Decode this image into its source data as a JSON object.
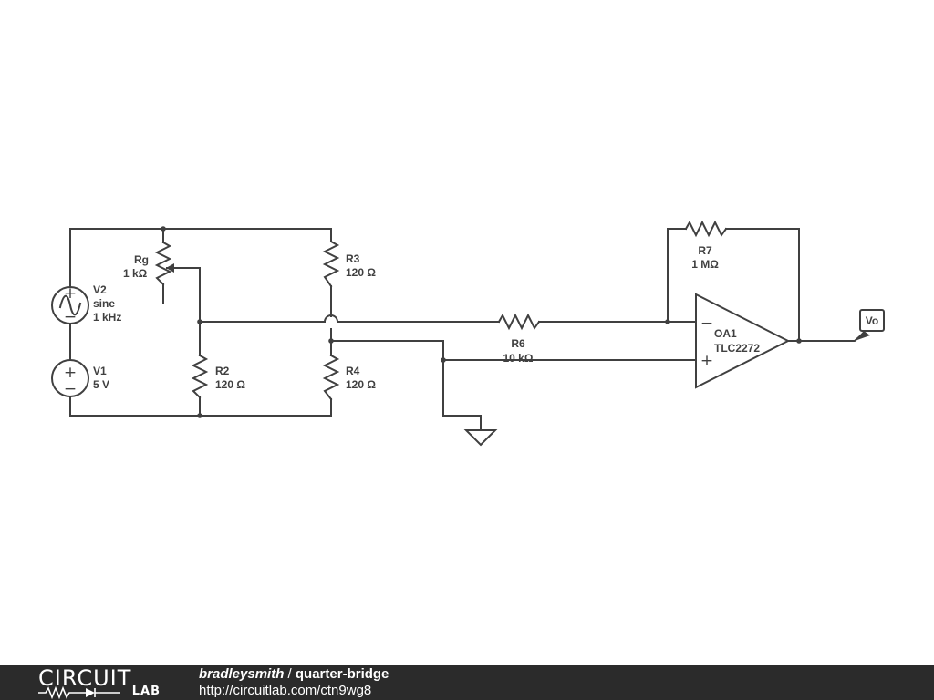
{
  "schematic": {
    "components": [
      {
        "id": "V2",
        "name": "V2",
        "lines": [
          "V2",
          "sine",
          "1 kHz"
        ]
      },
      {
        "id": "V1",
        "name": "V1",
        "lines": [
          "V1",
          "5 V"
        ]
      },
      {
        "id": "Rg",
        "name": "Rg",
        "lines": [
          "Rg",
          "1 kΩ"
        ]
      },
      {
        "id": "R2",
        "name": "R2",
        "lines": [
          "R2",
          "120 Ω"
        ]
      },
      {
        "id": "R3",
        "name": "R3",
        "lines": [
          "R3",
          "120 Ω"
        ]
      },
      {
        "id": "R4",
        "name": "R4",
        "lines": [
          "R4",
          "120 Ω"
        ]
      },
      {
        "id": "R6",
        "name": "R6",
        "lines": [
          "R6",
          "10 kΩ"
        ]
      },
      {
        "id": "R7",
        "name": "R7",
        "lines": [
          "R7",
          "1 MΩ"
        ]
      },
      {
        "id": "OA1",
        "name": "OA1",
        "lines": [
          "OA1",
          "TLC2272"
        ]
      }
    ],
    "opamp_inputs": {
      "inverting": "−",
      "noninverting": "+"
    },
    "source_signs": {
      "plus": "+",
      "minus": "−"
    },
    "output_label": "Vo"
  },
  "footer": {
    "logo_top": "CIRCUIT",
    "logo_bottom": "LAB",
    "user": "bradleysmith",
    "separator": " / ",
    "title": "quarter-bridge",
    "url": "http://circuitlab.com/ctn9wg8"
  },
  "colors": {
    "wire": "#404040",
    "footer_bg": "#2b2b2b",
    "footer_text": "#ffffff"
  }
}
